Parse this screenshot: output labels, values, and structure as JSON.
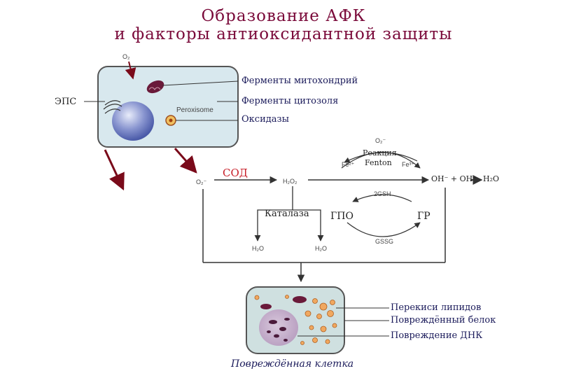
{
  "title": {
    "line1": "Образование АФК",
    "line2": "и факторы антиоксидантной защиты"
  },
  "cell_labels": {
    "o2_top": "O₂",
    "peroxisome": "Peroxisome",
    "eps": "ЭПС"
  },
  "sources": {
    "mito": "Ферменты митохондрий",
    "cytosol": "Ферменты цитозоля",
    "oxidases": "Оксидазы"
  },
  "reactions": {
    "o2_radical_left": "O₂⁻",
    "sod": "СОД",
    "h2o2": "H₂O₂",
    "fenton_line1": "Реакция",
    "fenton_line2": "Fenton",
    "o2_radical_fenton": "O₂⁻",
    "fe2": "Fe²⁺",
    "fe3": "Fe³⁺",
    "oh_products": "OH⁻ + OH⁻",
    "h2o_final": "H₂O",
    "catalase": "Каталаза",
    "gpo": "ГПО",
    "gr": "ГР",
    "gsh": "2GSH",
    "gssg": "GSSG",
    "h2o_left": "H₂O",
    "h2o_right": "H₂O"
  },
  "damage": {
    "lipid": "Перекиси липидов",
    "protein": "Повреждённый белок",
    "dna": "Повреждение ДНК",
    "caption": "Повреждённая клетка"
  }
}
